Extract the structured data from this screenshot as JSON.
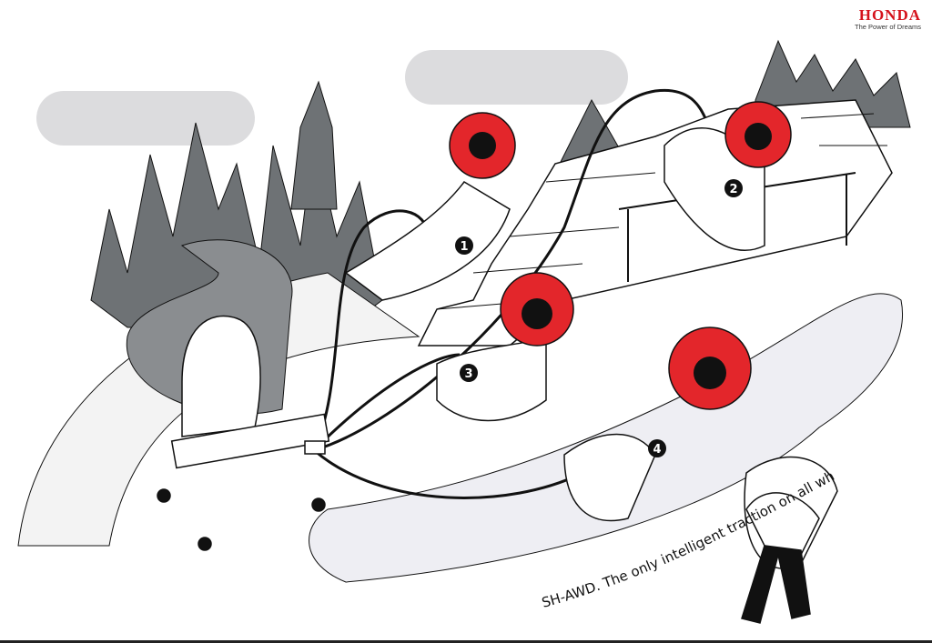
{
  "logo": {
    "brand": "HONDA",
    "slogan": "The Power of Dreams"
  },
  "tagline": "SH-AWD. The only intelligent traction on all wheels",
  "markers": [
    "1",
    "2",
    "3",
    "4"
  ],
  "colors": {
    "brand_red": "#d5121b",
    "sphere_red": "#e3262b",
    "mountain_gray": "#6e7275",
    "cloud_gray": "#dcdcde",
    "water": "#eeeef3"
  }
}
